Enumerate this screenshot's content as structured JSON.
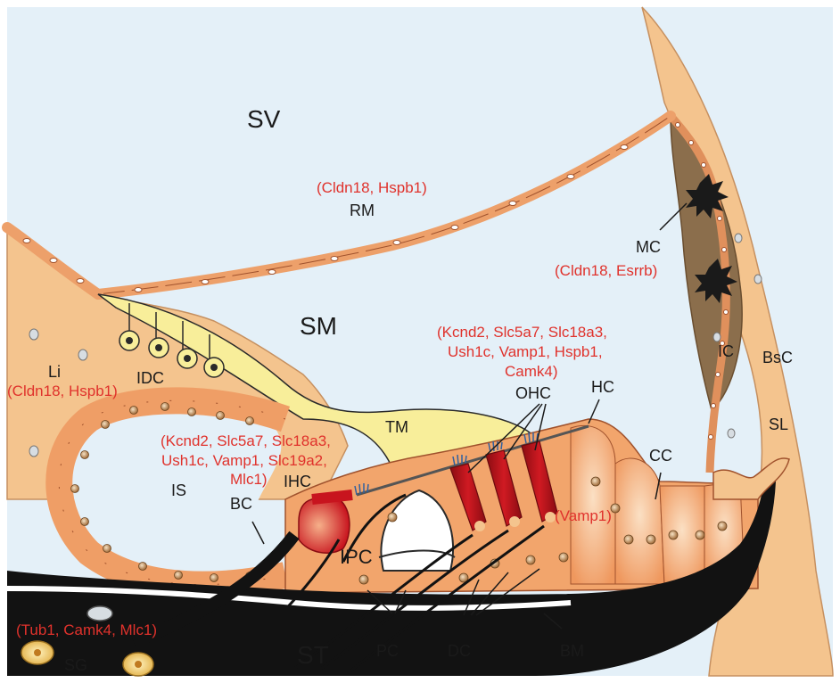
{
  "regions": {
    "sv": "SV",
    "sm": "SM",
    "st": "ST"
  },
  "structures": {
    "rm": "RM",
    "mc": "MC",
    "ic": "IC",
    "bsc": "BsC",
    "sl": "SL",
    "li": "Li",
    "idc": "IDC",
    "tm": "TM",
    "ohc": "OHC",
    "hc": "HC",
    "cc": "CC",
    "is": "IS",
    "bc": "BC",
    "ihc": "IHC",
    "ipc": "IPC",
    "sg": "SG",
    "pc": "PC",
    "dc": "DC",
    "bm": "BM"
  },
  "markers": {
    "rm": "(Cldn18, Hspb1)",
    "mc": "(Cldn18, Esrrb)",
    "li": "(Cldn18, Hspb1)",
    "ohc_line1": "(Kcnd2, Slc5a7, Slc18a3,",
    "ohc_line2": "Ush1c, Vamp1, Hspb1,",
    "ohc_line3": "Camk4)",
    "ihc_line1": "(Kcnd2, Slc5a7, Slc18a3,",
    "ihc_line2": "Ush1c, Vamp1, Slc19a2,",
    "ihc_line3": "Mlc1)",
    "dc": "(Vamp1)",
    "sg": "(Tub1, Camk4, Mlc1)"
  },
  "colors": {
    "background_fluid": "#e4f0f8",
    "tissue": "#f4c48e",
    "cell_fill": "#f2a06c",
    "cell_stroke": "#a0522d",
    "hair_cell_red": "#c8141e",
    "tectorial_membrane": "#f8ee9a",
    "bone": "#121212",
    "marker_text": "#e0322c"
  }
}
